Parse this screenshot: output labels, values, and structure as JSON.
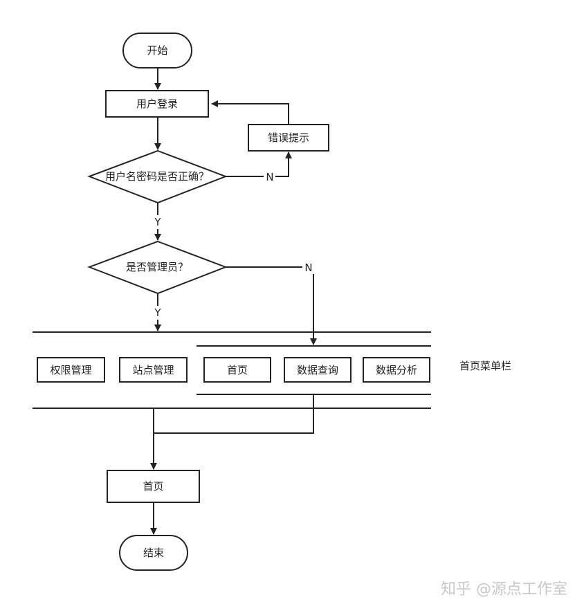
{
  "nodes": {
    "start": "开始",
    "login": "用户登录",
    "error_hint": "错误提示",
    "check_credentials": "用户名密码是否正确？",
    "check_admin": "是否管理员？",
    "menu_permission": "权限管理",
    "menu_site": "站点管理",
    "menu_home": "首页",
    "menu_data_query": "数据查询",
    "menu_data_analysis": "数据分析",
    "home": "首页",
    "end": "结束"
  },
  "labels": {
    "no": "N",
    "yes": "Y",
    "menu_bar": "首页菜单栏"
  },
  "watermark": "知乎 @源点工作室"
}
